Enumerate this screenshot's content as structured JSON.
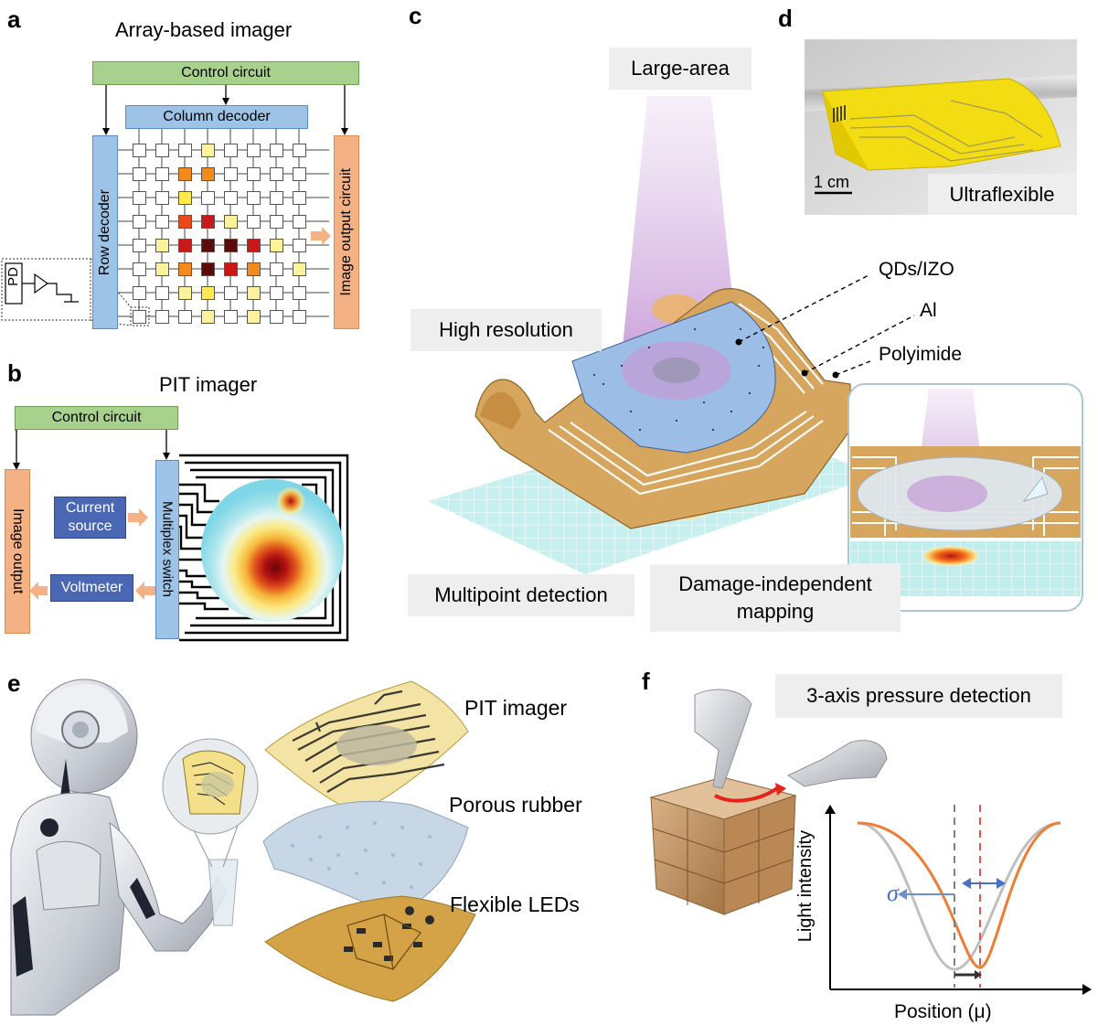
{
  "panels": {
    "a": {
      "letter": "a",
      "title": "Array-based imager",
      "control_circuit": "Control circuit",
      "column_decoder": "Column decoder",
      "row_decoder": "Row decoder",
      "image_output_circuit": "Image output circuit",
      "pd_label": "PD",
      "grid_colors": {
        "white": "#ffffff",
        "light_yellow": "#fbf29b",
        "yellow": "#ffe94f",
        "orange": "#f28a1c",
        "red_orange": "#e94a1a",
        "red": "#c81818",
        "dark_red": "#5c0b0b"
      }
    },
    "b": {
      "letter": "b",
      "title": "PIT imager",
      "control_circuit": "Control circuit",
      "image_output": "Image output",
      "current_source": "Current source",
      "voltmeter": "Voltmeter",
      "multiplex_switch": "Multiplex switch"
    },
    "c": {
      "letter": "c",
      "large_area": "Large-area",
      "high_resolution": "High resolution",
      "qds_izo": "QDs/IZO",
      "al": "Al",
      "polyimide": "Polyimide",
      "multipoint_detection": "Multipoint detection",
      "damage_independent_mapping": "Damage-independent mapping"
    },
    "d": {
      "letter": "d",
      "scale_bar": "1 cm",
      "ultraflexible": "Ultraflexible"
    },
    "e": {
      "letter": "e",
      "pit_imager": "PIT imager",
      "porous_rubber": "Porous rubber",
      "flexible_leds": "Flexible LEDs"
    },
    "f": {
      "letter": "f",
      "title": "3-axis pressure detection",
      "ylabel": "Light intensity",
      "xlabel": "Position (μ)",
      "sigma": "σ"
    }
  },
  "colors": {
    "green": "#a9d18e",
    "blue": "#9dc3e6",
    "orange": "#f4b183",
    "navy": "#4a67b3",
    "gray_box": "#eeeeee",
    "gaussian_orange": "#ee7d31",
    "gaussian_gray": "#bfbfbf"
  }
}
